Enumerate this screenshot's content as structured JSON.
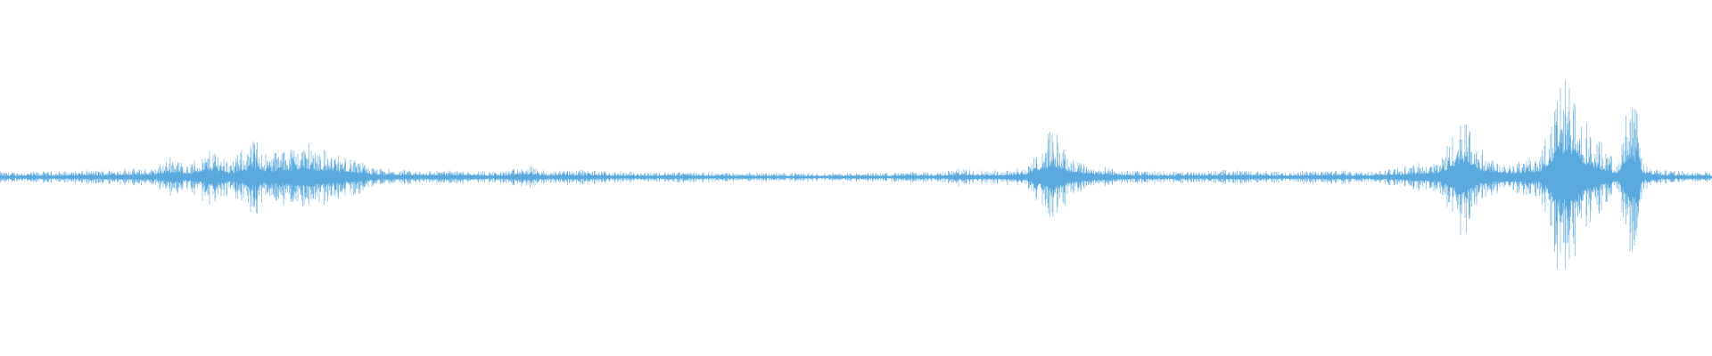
{
  "waveform": {
    "color": "#5aaae0",
    "background": "#ffffff",
    "amplitude_envelope": [
      [
        0.0,
        0.05
      ],
      [
        0.02,
        0.05
      ],
      [
        0.05,
        0.06
      ],
      [
        0.07,
        0.08
      ],
      [
        0.09,
        0.08
      ],
      [
        0.1,
        0.2
      ],
      [
        0.11,
        0.12
      ],
      [
        0.125,
        0.28
      ],
      [
        0.135,
        0.15
      ],
      [
        0.15,
        0.38
      ],
      [
        0.155,
        0.22
      ],
      [
        0.17,
        0.3
      ],
      [
        0.18,
        0.33
      ],
      [
        0.19,
        0.25
      ],
      [
        0.205,
        0.18
      ],
      [
        0.22,
        0.08
      ],
      [
        0.24,
        0.06
      ],
      [
        0.27,
        0.07
      ],
      [
        0.29,
        0.05
      ],
      [
        0.31,
        0.1
      ],
      [
        0.32,
        0.05
      ],
      [
        0.33,
        0.08
      ],
      [
        0.36,
        0.05
      ],
      [
        0.4,
        0.05
      ],
      [
        0.45,
        0.04
      ],
      [
        0.5,
        0.04
      ],
      [
        0.55,
        0.05
      ],
      [
        0.56,
        0.08
      ],
      [
        0.58,
        0.06
      ],
      [
        0.6,
        0.1
      ],
      [
        0.615,
        0.45
      ],
      [
        0.625,
        0.2
      ],
      [
        0.64,
        0.1
      ],
      [
        0.66,
        0.06
      ],
      [
        0.7,
        0.05
      ],
      [
        0.72,
        0.07
      ],
      [
        0.75,
        0.05
      ],
      [
        0.78,
        0.07
      ],
      [
        0.8,
        0.05
      ],
      [
        0.82,
        0.1
      ],
      [
        0.84,
        0.15
      ],
      [
        0.855,
        0.6
      ],
      [
        0.865,
        0.25
      ],
      [
        0.88,
        0.15
      ],
      [
        0.9,
        0.2
      ],
      [
        0.91,
        0.88
      ],
      [
        0.92,
        0.95
      ],
      [
        0.925,
        0.55
      ],
      [
        0.935,
        0.3
      ],
      [
        0.945,
        0.12
      ],
      [
        0.953,
        0.95
      ],
      [
        0.96,
        0.12
      ],
      [
        0.97,
        0.07
      ],
      [
        0.985,
        0.05
      ],
      [
        1.0,
        0.05
      ]
    ]
  }
}
